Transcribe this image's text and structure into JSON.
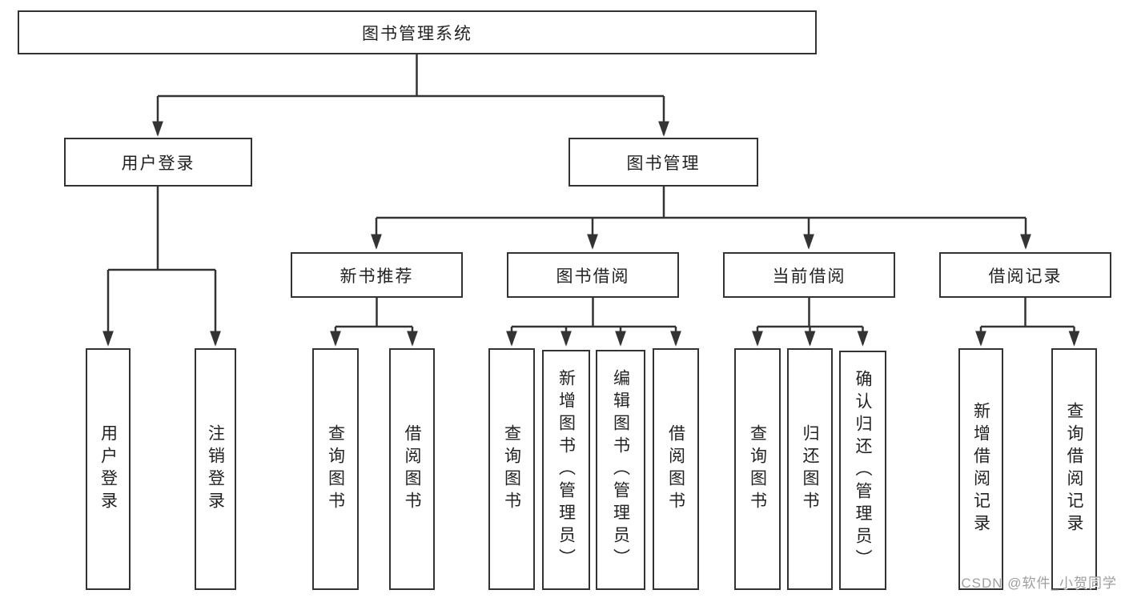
{
  "tree": {
    "root": {
      "label": "图书管理系统",
      "children": [
        {
          "label": "用户登录",
          "children": [
            {
              "label": "用户登录"
            },
            {
              "label": "注销登录"
            }
          ]
        },
        {
          "label": "图书管理",
          "children": [
            {
              "label": "新书推荐",
              "children": [
                {
                  "label": "查询图书"
                },
                {
                  "label": "借阅图书"
                }
              ]
            },
            {
              "label": "图书借阅",
              "children": [
                {
                  "label": "查询图书"
                },
                {
                  "label": "新增图书（管理员）"
                },
                {
                  "label": "编辑图书（管理员）"
                },
                {
                  "label": "借阅图书"
                }
              ]
            },
            {
              "label": "当前借阅",
              "children": [
                {
                  "label": "查询图书"
                },
                {
                  "label": "归还图书"
                },
                {
                  "label": "确认归还（管理员）"
                }
              ]
            },
            {
              "label": "借阅记录",
              "children": [
                {
                  "label": "新增借阅记录"
                },
                {
                  "label": "查询借阅记录"
                }
              ]
            }
          ]
        }
      ]
    }
  },
  "watermark": {
    "text": "CSDN @软件_小贺同学",
    "color": "#9e9e9e"
  },
  "colors": {
    "line": "#333333",
    "box_border": "#333333",
    "text": "#222222",
    "background": "#ffffff"
  }
}
